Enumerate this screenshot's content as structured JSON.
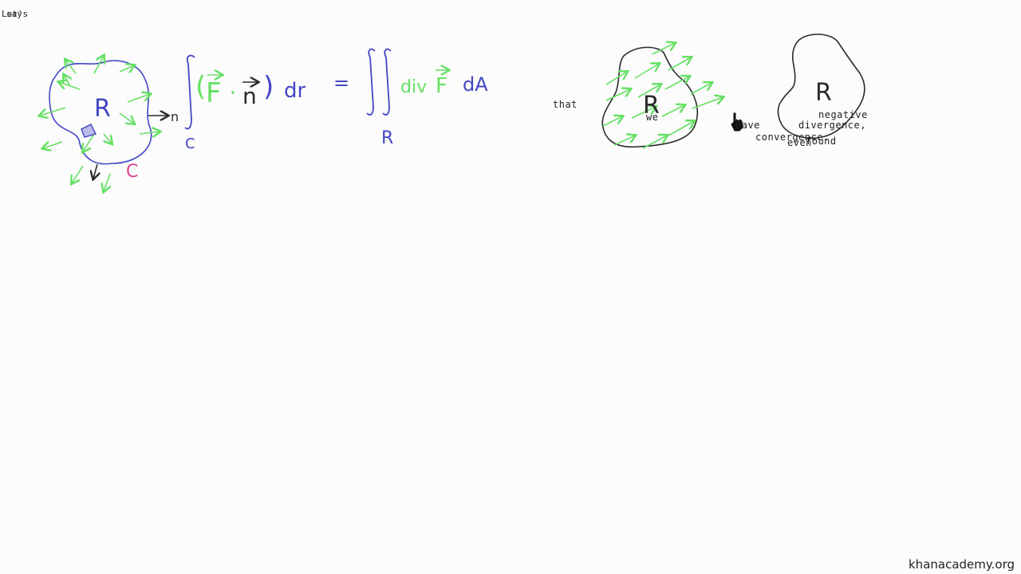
{
  "overlay": {
    "top_left": [
      "Let's",
      "say"
    ],
    "that": "that",
    "we": "we",
    "have": "have",
    "negative": "negative",
    "divergence": "divergence,",
    "convergence": "convergence.",
    "even": "even",
    "found": "found"
  },
  "board": {
    "left_region_label": "R",
    "normal_label": "n",
    "curve_label": "C",
    "small_region_label": "dA",
    "integral_sub_c": "C",
    "integral_lhs_f": "F",
    "integral_lhs_n": "n",
    "integral_lhs_dr": "dr",
    "equals": "=",
    "integral_rhs_div": "div",
    "integral_rhs_f": "F",
    "integral_rhs_da": "dA",
    "integral_sub_r": "R",
    "middle_region_label": "R",
    "right_region_label": "R"
  },
  "footer": {
    "brand": "khanacademy.org"
  },
  "colors": {
    "blue": "#4446c4",
    "green": "#66e064",
    "pink": "#e23f8f",
    "ink": "#2b2b2b"
  }
}
